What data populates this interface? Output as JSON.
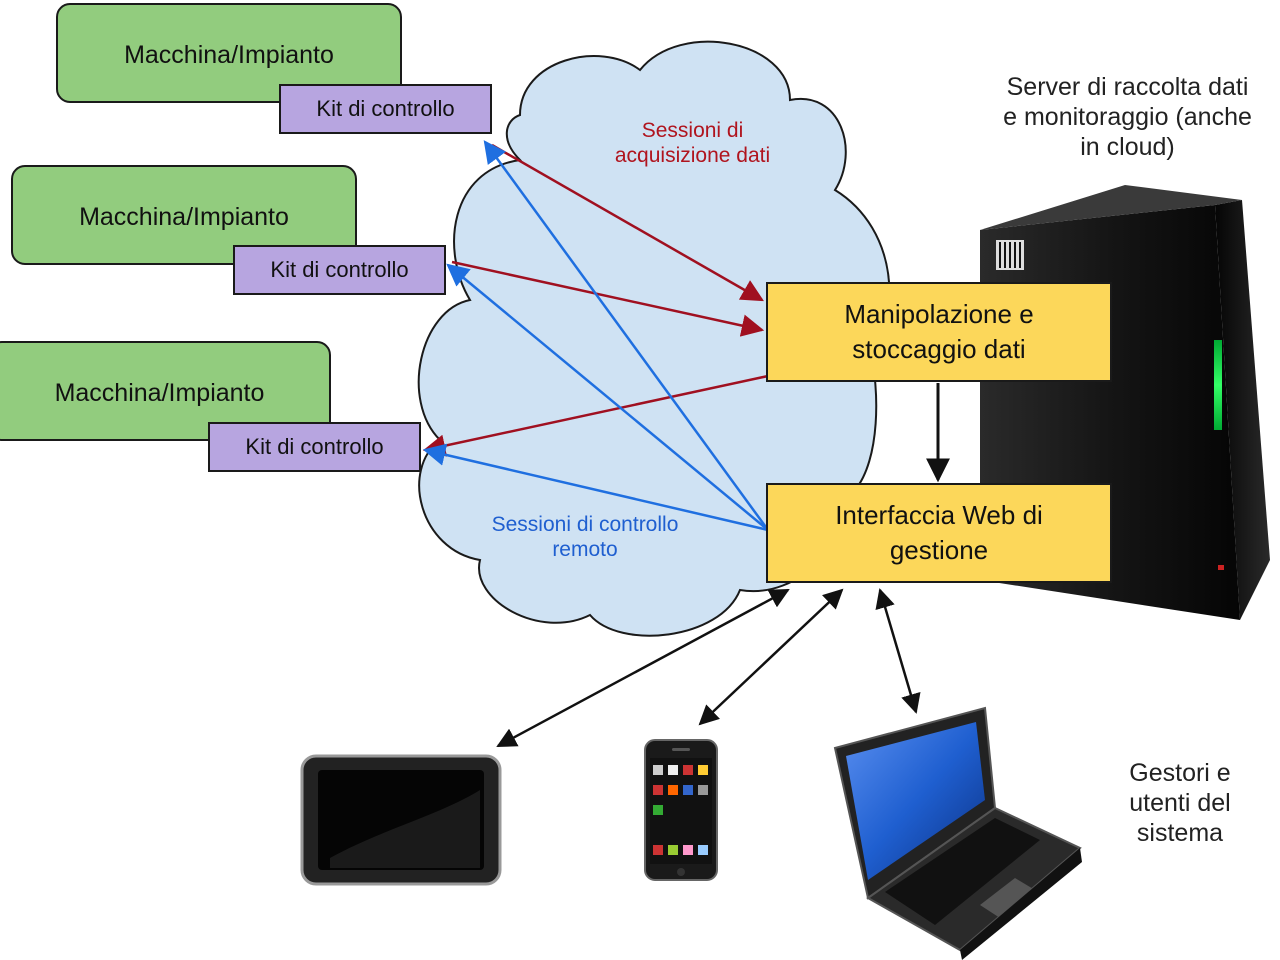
{
  "machines": [
    {
      "name": "Macchina/Impianto",
      "kit": "Kit di controllo"
    },
    {
      "name": "Macchina/Impianto",
      "kit": "Kit di controllo"
    },
    {
      "name": "Macchina/Impianto",
      "kit": "Kit di controllo"
    }
  ],
  "cloud": {
    "acquisition_label": "Sessioni di acquisizione dati",
    "remote_label": "Sessioni di controllo remoto"
  },
  "server": {
    "label": "Server di raccolta dati e monitoraggio (anche in cloud)",
    "storage_box": "Manipolazione e stoccaggio dati",
    "web_box": "Interfaccia Web di gestione"
  },
  "users_label": "Gestori e utenti del sistema",
  "devices": [
    "tablet-icon",
    "smartphone-icon",
    "laptop-icon"
  ],
  "colors": {
    "machine": "#92cc7e",
    "kit": "#b7a5e0",
    "box": "#fcd75a",
    "cloud": "#cfe2f3",
    "acquisition_arrow": "#a01020",
    "remote_arrow": "#1f6fe0"
  }
}
